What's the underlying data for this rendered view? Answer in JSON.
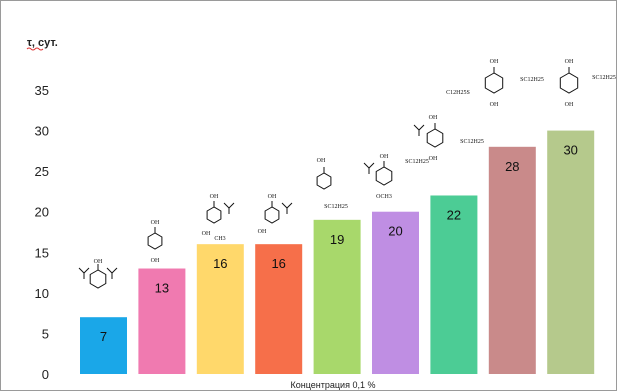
{
  "chart_data": {
    "type": "bar",
    "ylabel": "τ, сут.",
    "xlabel": "Концентрация 0,1 %",
    "ylim": [
      0,
      35
    ],
    "yticks": [
      0,
      5,
      10,
      15,
      20,
      25,
      30,
      35
    ],
    "grid": false,
    "legend": "none",
    "values": [
      7,
      13,
      16,
      16,
      19,
      20,
      22,
      28,
      30
    ],
    "data_labels": [
      "7",
      "13",
      "16",
      "16",
      "19",
      "20",
      "22",
      "28",
      "30"
    ],
    "colors": [
      "#1aa7e8",
      "#f07ab0",
      "#ffd86b",
      "#f66f4a",
      "#a8d86b",
      "#bf8ee3",
      "#4ccc95",
      "#c98a8a",
      "#b5c98c"
    ],
    "structure_labels": {
      "s1": [
        "OH"
      ],
      "s2": [
        "OH",
        "OH"
      ],
      "s3": [
        "OH",
        "OH",
        "CH3"
      ],
      "s4": [
        "OH",
        "OH"
      ],
      "s5": [
        "OH",
        "SC12H25"
      ],
      "s6": [
        "OH",
        "OCH3",
        "SC12H25"
      ],
      "s7": [
        "OH",
        "OH",
        "SC12H25"
      ],
      "s8": [
        "OH",
        "OH",
        "C12H25S",
        "SC12H25"
      ],
      "s9": [
        "OH",
        "OH",
        "SC12H25"
      ]
    }
  }
}
